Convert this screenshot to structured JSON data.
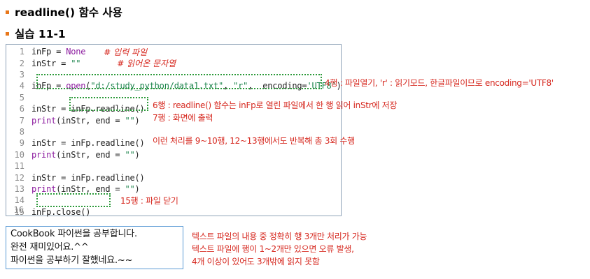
{
  "headings": {
    "h1": "readline() 함수 사용",
    "h2": "실습 11-1"
  },
  "code_lines": [
    {
      "num": "1"
    },
    {
      "num": "2"
    },
    {
      "num": "3"
    },
    {
      "num": "4"
    },
    {
      "num": "5"
    },
    {
      "num": "6"
    },
    {
      "num": "7"
    },
    {
      "num": "8"
    },
    {
      "num": "9"
    },
    {
      "num": "10"
    },
    {
      "num": "11"
    },
    {
      "num": "12"
    },
    {
      "num": "13"
    },
    {
      "num": "14"
    },
    {
      "num": "15"
    },
    {
      "num": "16"
    }
  ],
  "code": {
    "l1_a": "inFp = ",
    "l1_kw": "None",
    "l1_cmt": "# 입력 파일",
    "l2_a": "inStr = ",
    "l2_str": "\"\"",
    "l2_cmt": "# 읽어온 문자열",
    "l4_a": "inFp = ",
    "l4_kw": "open",
    "l4_b": "(",
    "l4_s1": "\"d:/study_python/data1.txt\"",
    "l4_c": ", ",
    "l4_s2": "\"r\"",
    "l4_d": ",  encoding=",
    "l4_s3": "'UTF8'",
    "l4_e": ")",
    "l6": "inStr = inFp.readline()",
    "l7_kw": "print",
    "l7_a": "(inStr, end = ",
    "l7_s": "\"\"",
    "l7_b": ")",
    "l9": "inStr = inFp.readline()",
    "l10_kw": "print",
    "l10_a": "(inStr, end = ",
    "l10_s": "\"\"",
    "l10_b": ")",
    "l12": "inStr = inFp.readline()",
    "l13_kw": "print",
    "l13_a": "(inStr, end = ",
    "l13_s": "\"\"",
    "l13_b": ")",
    "l15": "inFp.close()"
  },
  "annotations": {
    "a4": "4행 : 파일열기, 'r' : 읽기모드, 한글파일이므로 encoding='UTF8'",
    "a6": "6행 : readline() 함수는 inFp로 열린 파일에서 한 행 읽어 inStr에 저장",
    "a7": "7행 : 화면에 출력",
    "a9": "이런 처리를 9~10행, 12~13행에서도 반복해 총 3회 수행",
    "a15": "15행 : 파일 닫기"
  },
  "output": {
    "lines": [
      "CookBook 파이썬을 공부합니다.",
      "완전 재미있어요.^^",
      "파이썬을 공부하기 잘했네요.~~"
    ]
  },
  "notes": [
    "텍스트 파일의 내용 중 정확히 행 3개만 처리가 가능",
    "텍스트 파일에 행이 1~2개만 있으면 오류 발생,",
    "4개 이상이 있어도 3개밖에 읽지 못함"
  ],
  "colors": {
    "accent_bullet": "#e8771a",
    "annotation_red": "#d6281f",
    "dotted_green": "#2c9a3a",
    "output_border": "#5b9bd5"
  }
}
